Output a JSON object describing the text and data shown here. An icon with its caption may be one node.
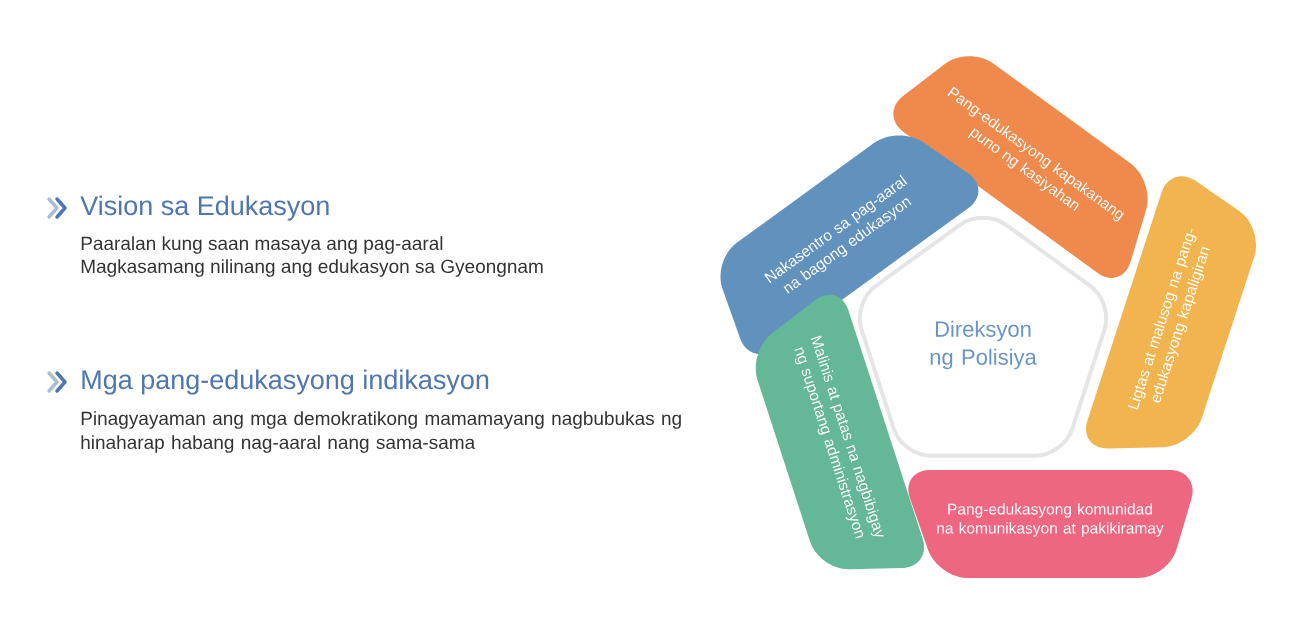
{
  "diagram": {
    "nodes": [
      {
        "text": [
          "Direksyon ng Polisiya"
        ]
      },
      {
        "text": [
          "Pang-edukasyong komunidad na komunikasyon at pakikiramay"
        ]
      },
      {
        "text": [
          "Ligtas at malusog na pang-edukasyong kapaligiran"
        ]
      },
      {
        "text": [
          "Pang-edukasyong kapakanang puno ng kasiyahan"
        ]
      },
      {
        "text": [
          "Nakasentro sa pag-aaral na bagong edukasyon"
        ]
      },
      {
        "text": [
          "Malinis at patas na nagbibigay ng suportang administrasyon"
        ]
      }
    ],
    "labels": [
      "Vision sa Edukasyon",
      "Paaralan kung saan masaya ang pag-aaral",
      "Magkasamang nilinang ang edukasyon sa Gyeongnam",
      "Mga pang-edukasyong indikasyon",
      "Pinagyayaman ang mga demokratikong mamamayang nagbubukas ng hinaharap habang nag-aaral nang sama-sama"
    ]
  }
}
